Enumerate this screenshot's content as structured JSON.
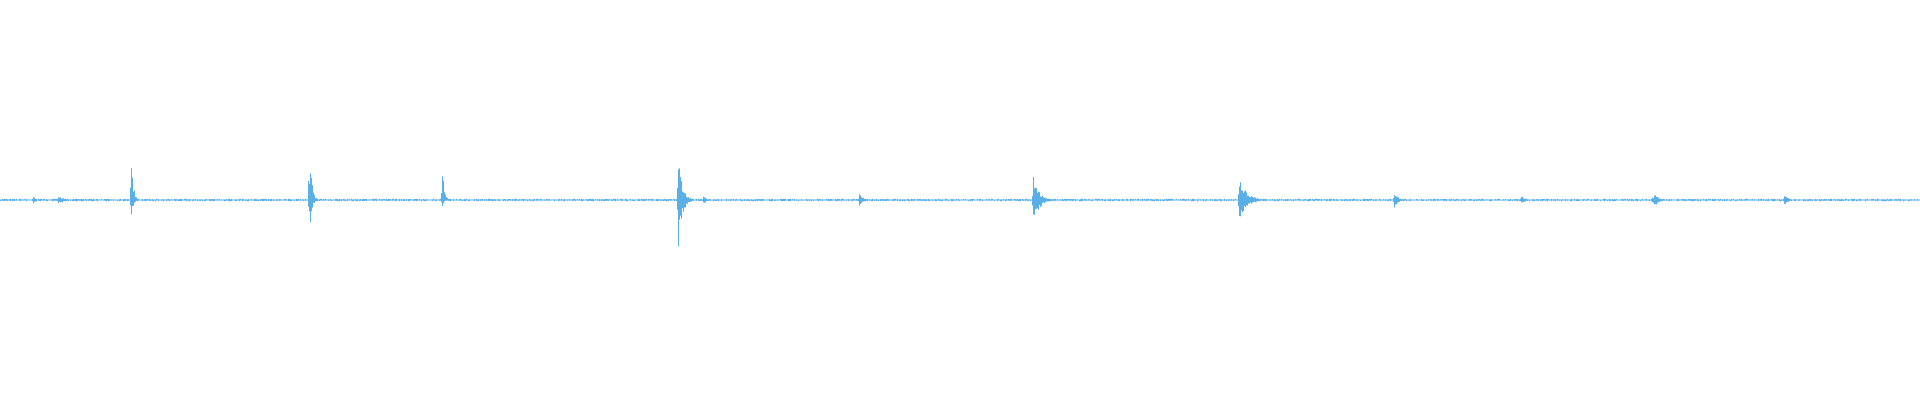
{
  "waveform": {
    "color": "#5aafe6",
    "background": "#ffffff",
    "amplitude_range": [
      -1,
      1
    ],
    "baseline_noise": 0.004,
    "events": [
      {
        "position": 0.017,
        "up": 0.02,
        "down": 0.02,
        "decay": 0.002
      },
      {
        "position": 0.03,
        "up": 0.02,
        "down": 0.02,
        "decay": 0.004
      },
      {
        "position": 0.068,
        "up": 0.285,
        "down": 0.11,
        "decay": 0.001
      },
      {
        "position": 0.161,
        "up": 0.35,
        "down": 0.2,
        "decay": 0.001
      },
      {
        "position": 0.23,
        "up": 0.21,
        "down": 0.04,
        "decay": 0.001
      },
      {
        "position": 0.353,
        "up": 0.25,
        "down": 0.25,
        "decay": 0.002
      },
      {
        "position": 0.366,
        "up": 0.02,
        "down": 0.02,
        "decay": 0.002
      },
      {
        "position": 0.447,
        "up": 0.04,
        "down": 0.04,
        "decay": 0.002
      },
      {
        "position": 0.538,
        "up": 0.12,
        "down": 0.12,
        "decay": 0.003
      },
      {
        "position": 0.645,
        "up": 0.11,
        "down": 0.11,
        "decay": 0.004
      },
      {
        "position": 0.726,
        "up": 0.04,
        "down": 0.04,
        "decay": 0.002
      },
      {
        "position": 0.792,
        "up": 0.025,
        "down": 0.025,
        "decay": 0.002
      },
      {
        "position": 0.861,
        "up": 0.05,
        "down": 0.05,
        "decay": 0.002
      },
      {
        "position": 0.929,
        "up": 0.035,
        "down": 0.035,
        "decay": 0.002
      }
    ]
  }
}
